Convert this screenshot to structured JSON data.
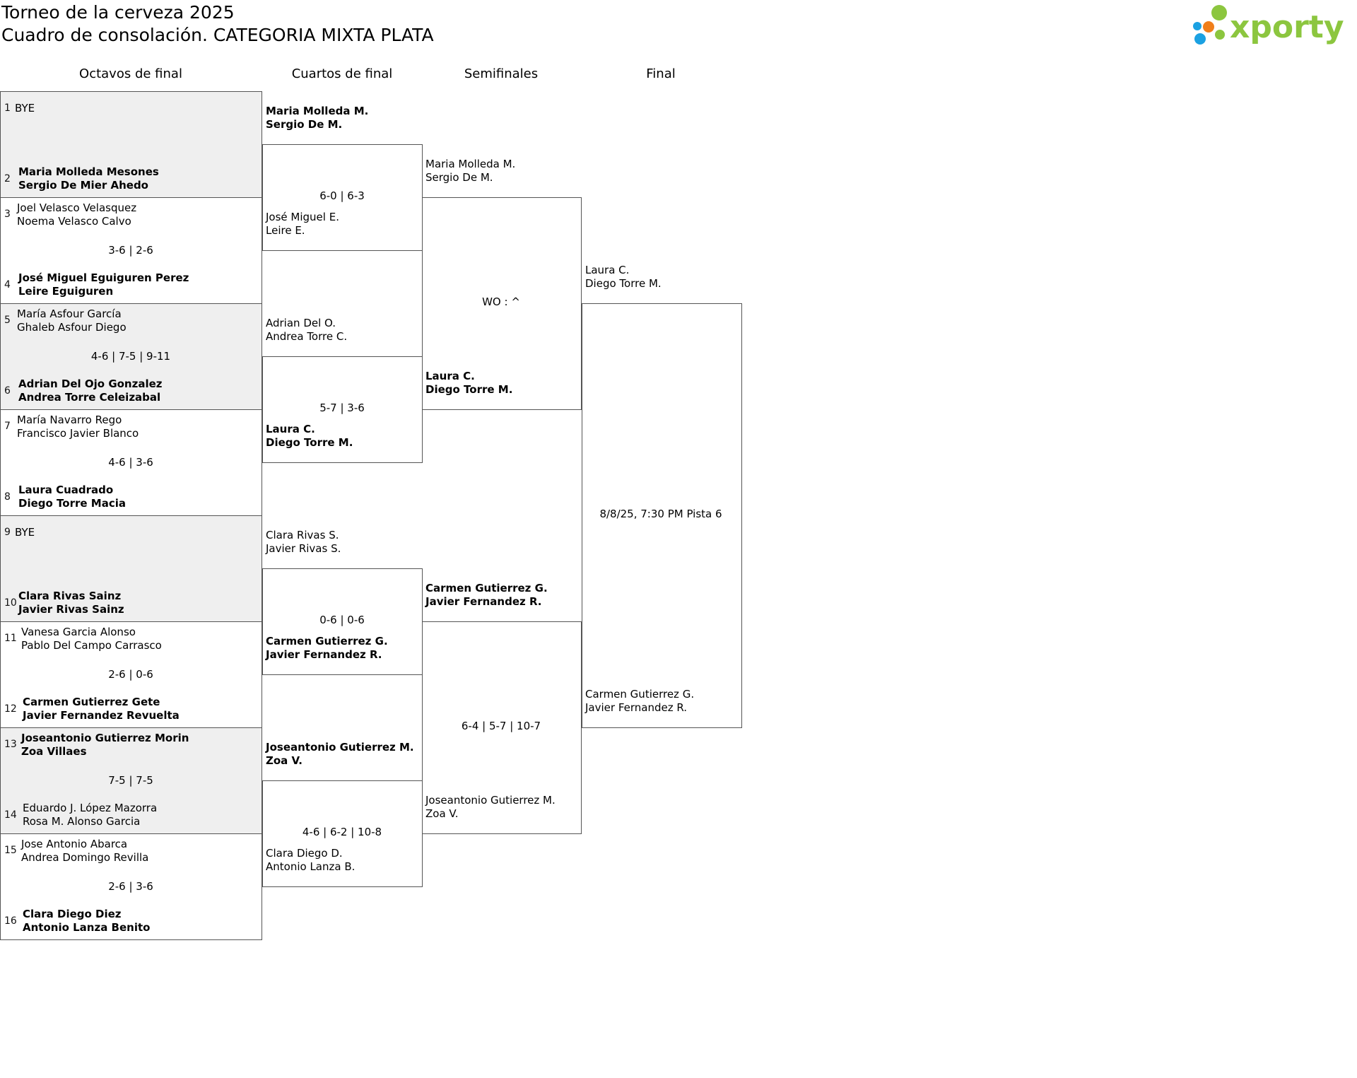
{
  "header": {
    "title": "Torneo de la cerveza 2025",
    "subtitle": "Cuadro de consolación. CATEGORIA MIXTA PLATA",
    "logo_text": "xporty"
  },
  "rounds": [
    "Octavos de final",
    "Cuartos de final",
    "Semifinales",
    "Final"
  ],
  "octavos": [
    {
      "n1": "1",
      "top": [
        "BYE"
      ],
      "n2": "2",
      "bottom": [
        "Maria Molleda Mesones",
        "Sergio De Mier Ahedo"
      ],
      "winner": "bottom",
      "score": ""
    },
    {
      "n1": "3",
      "top": [
        "Joel Velasco Velasquez",
        "Noema Velasco Calvo"
      ],
      "n2": "4",
      "bottom": [
        "José Miguel Eguiguren Perez",
        "Leire Eguiguren"
      ],
      "winner": "bottom",
      "score": "3-6 | 2-6"
    },
    {
      "n1": "5",
      "top": [
        "María Asfour García",
        "Ghaleb Asfour Diego"
      ],
      "n2": "6",
      "bottom": [
        "Adrian Del Ojo Gonzalez",
        "Andrea Torre Celeizabal"
      ],
      "winner": "bottom",
      "score": "4-6 | 7-5 | 9-11"
    },
    {
      "n1": "7",
      "top": [
        "María Navarro Rego",
        "Francisco Javier Blanco"
      ],
      "n2": "8",
      "bottom": [
        "Laura Cuadrado",
        "Diego Torre Macia"
      ],
      "winner": "bottom",
      "score": "4-6 | 3-6"
    },
    {
      "n1": "9",
      "top": [
        "BYE"
      ],
      "n2": "10",
      "bottom": [
        "Clara Rivas Sainz",
        "Javier Rivas Sainz"
      ],
      "winner": "bottom",
      "score": ""
    },
    {
      "n1": "11",
      "top": [
        "Vanesa Garcia Alonso",
        "Pablo Del Campo Carrasco"
      ],
      "n2": "12",
      "bottom": [
        "Carmen Gutierrez Gete",
        "Javier Fernandez Revuelta"
      ],
      "winner": "bottom",
      "score": "2-6 | 0-6"
    },
    {
      "n1": "13",
      "top": [
        "Joseantonio Gutierrez Morin",
        "Zoa Villaes"
      ],
      "n2": "14",
      "bottom": [
        "Eduardo J. López Mazorra",
        "Rosa M. Alonso Garcia"
      ],
      "winner": "top",
      "score": "7-5 | 7-5"
    },
    {
      "n1": "15",
      "top": [
        "Jose Antonio Abarca",
        "Andrea Domingo Revilla"
      ],
      "n2": "16",
      "bottom": [
        "Clara Diego Diez",
        "Antonio Lanza Benito"
      ],
      "winner": "bottom",
      "score": "2-6 | 3-6"
    }
  ],
  "cuartos": [
    {
      "top": [
        "Maria Molleda M.",
        "Sergio De M."
      ],
      "bottom": [
        "José Miguel E.",
        "Leire E."
      ],
      "winner": "top",
      "score": "6-0 | 6-3"
    },
    {
      "top": [
        "Adrian Del O.",
        "Andrea Torre C."
      ],
      "bottom": [
        "Laura C.",
        "Diego Torre M."
      ],
      "winner": "bottom",
      "score": "5-7 | 3-6"
    },
    {
      "top": [
        "Clara Rivas S.",
        "Javier Rivas S."
      ],
      "bottom": [
        "Carmen Gutierrez G.",
        "Javier Fernandez R."
      ],
      "winner": "bottom",
      "score": "0-6 | 0-6"
    },
    {
      "top": [
        "Joseantonio Gutierrez M.",
        "Zoa V."
      ],
      "bottom": [
        "Clara Diego D.",
        "Antonio Lanza B."
      ],
      "winner": "top",
      "score": "4-6 | 6-2 | 10-8"
    }
  ],
  "semis": [
    {
      "top": [
        "Maria Molleda M.",
        "Sergio De M."
      ],
      "bottom": [
        "Laura C.",
        "Diego Torre M."
      ],
      "winner": "bottom",
      "score": "WO : ^"
    },
    {
      "top": [
        "Carmen Gutierrez G.",
        "Javier Fernandez R."
      ],
      "bottom": [
        "Joseantonio Gutierrez M.",
        "Zoa V."
      ],
      "winner": "top",
      "score": "6-4 | 5-7 | 10-7"
    }
  ],
  "final": [
    {
      "top": [
        "Laura C.",
        "Diego Torre M."
      ],
      "bottom": [
        "Carmen Gutierrez G.",
        "Javier Fernandez R."
      ],
      "winner": "",
      "score": "8/8/25, 7:30 PM Pista 6"
    }
  ],
  "colors": {
    "logo_green": "#8cc63f",
    "logo_blue": "#1ba1e2",
    "logo_orange": "#f07f1b",
    "bye_bg": "#efefef"
  }
}
